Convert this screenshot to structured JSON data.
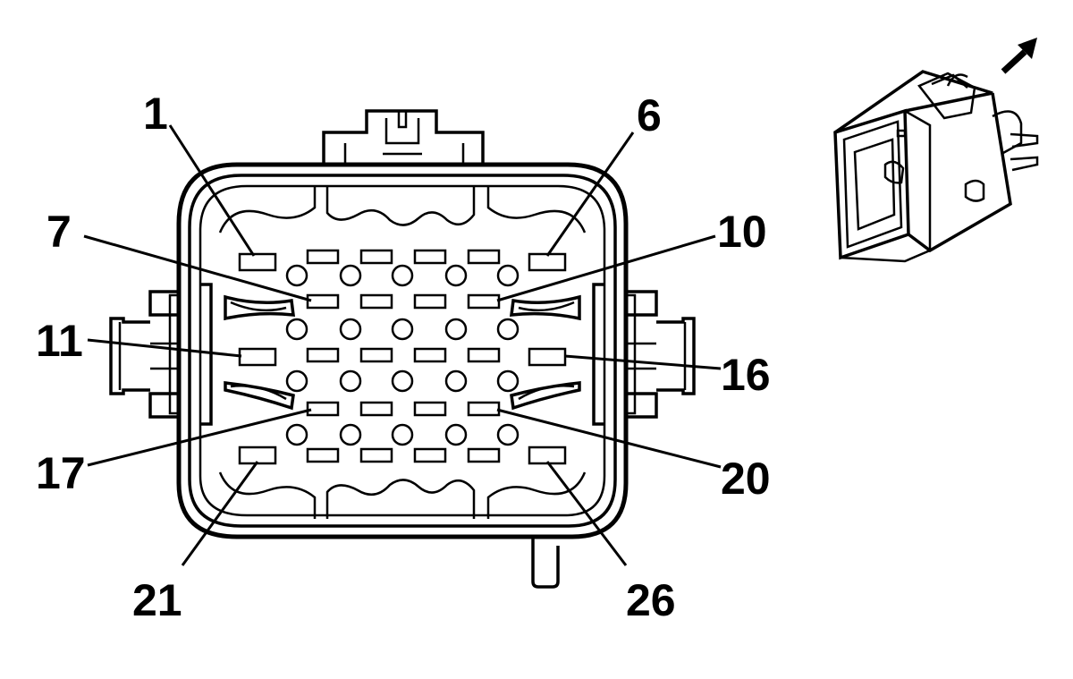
{
  "diagram": {
    "type": "connector-face-view",
    "pin_labels": {
      "p1": "1",
      "p6": "6",
      "p7": "7",
      "p10": "10",
      "p11": "11",
      "p16": "16",
      "p17": "17",
      "p20": "20",
      "p21": "21",
      "p26": "26"
    }
  }
}
